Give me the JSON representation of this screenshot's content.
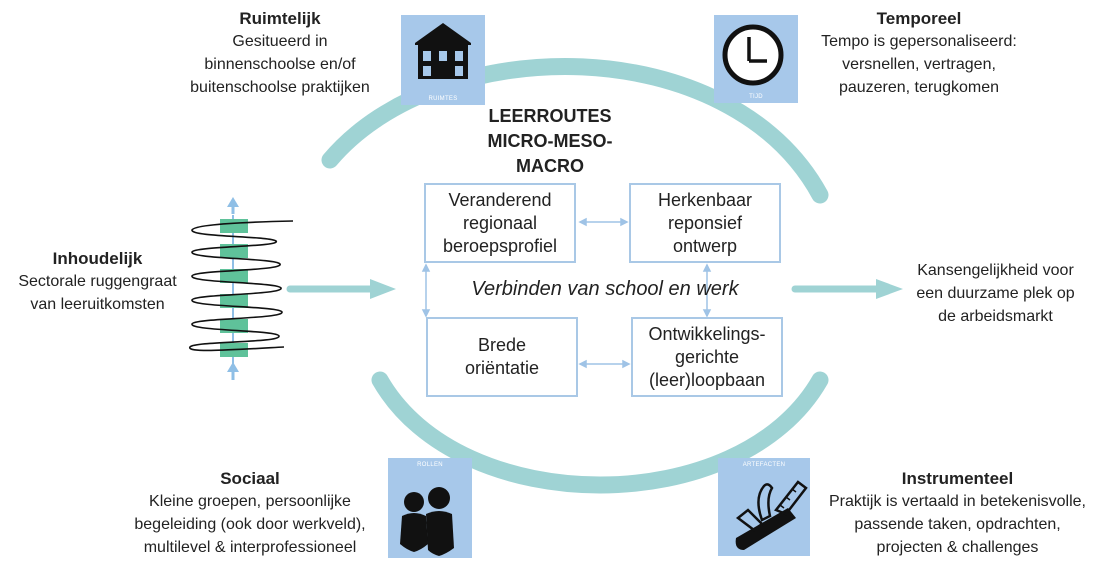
{
  "title": {
    "line1": "LEERROUTES",
    "line2": "MICRO-MESO-MACRO"
  },
  "center_caption": "Verbinden van school en werk",
  "boxes": {
    "top_left": "Veranderend\nregionaal\nberoepsprofiel",
    "top_right": "Herkenbaar\nreponsief\nontwerp",
    "bottom_left": "Brede\noriëntatie",
    "bottom_right": "Ontwikkelings-\ngerichte\n(leer)loopbaan"
  },
  "corners": {
    "ruimtelijk": {
      "heading": "Ruimtelijk",
      "line1": "Gesitueerd in",
      "line2": "binnenschoolse en/of",
      "line3": "buitenschoolse praktijken",
      "tile_label": "RUIMTES",
      "icon": "house-icon"
    },
    "temporeel": {
      "heading": "Temporeel",
      "line1": "Tempo is gepersonaliseerd:",
      "line2": "versnellen, vertragen,",
      "line3": "pauzeren, terugkomen",
      "tile_label": "TIJD",
      "icon": "clock-icon"
    },
    "sociaal": {
      "heading": "Sociaal",
      "line1": "Kleine groepen, persoonlijke",
      "line2": "begeleiding (ook door werkveld),",
      "line3": "multilevel & interprofessioneel",
      "tile_label": "ROLLEN",
      "icon": "people-icon"
    },
    "instrumenteel": {
      "heading": "Instrumenteel",
      "line1": "Praktijk is vertaald in betekenisvolle,",
      "line2": "passende taken, opdrachten,",
      "line3": "projecten & challenges",
      "tile_label": "ARTEFACTEN",
      "icon": "multitool-icon"
    }
  },
  "inhoudelijk": {
    "heading": "Inhoudelijk",
    "line1": "Sectorale ruggengraat",
    "line2": "van leeruitkomsten",
    "icon": "backbone-icon"
  },
  "outcome": {
    "line1": "Kansengelijkheid voor",
    "line2": "een duurzame plek op",
    "line3": "de arbeidsmarkt"
  },
  "colors": {
    "teal_arc": "#9fd3d4",
    "box_border": "#a9c8e6",
    "tile_blue": "#a7c8ea",
    "green_block": "#5fc29a",
    "arrow_blue": "#8fbfe6"
  }
}
